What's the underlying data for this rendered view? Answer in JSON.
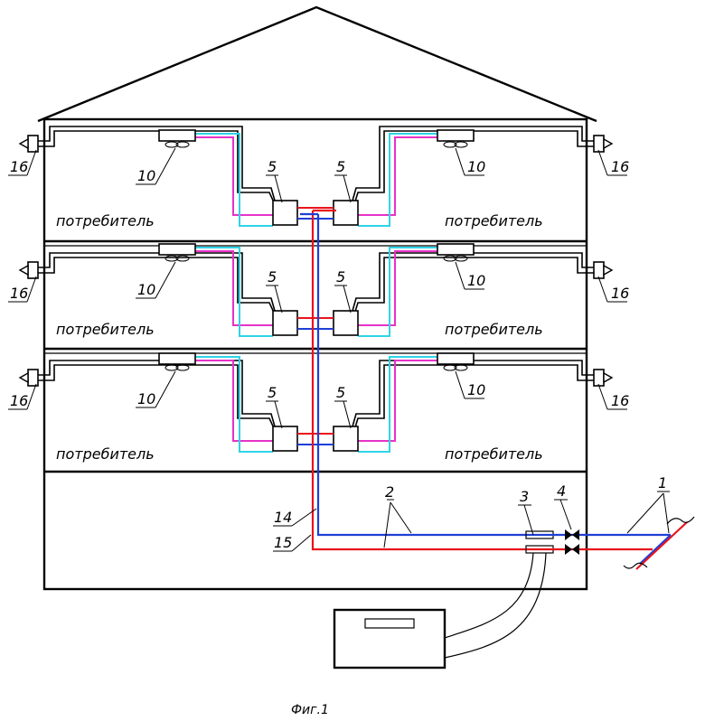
{
  "colors": {
    "supply": "#e8141c",
    "return": "#1f3fd6",
    "cyan_line": "#2fd4e6",
    "magenta_line": "#e633c8",
    "outline": "#000000"
  },
  "floor_labels": {
    "left": "потребитель",
    "right": "потребитель"
  },
  "callouts": {
    "heat_source": "1",
    "pipes": "2",
    "exchanger": "3",
    "valve": "4",
    "unit": "5",
    "indoor_unit": "10",
    "return_riser": "14",
    "supply_riser": "15",
    "outdoor_unit": "16"
  },
  "caption": "Фиг.1",
  "icons": [
    "fan-icon",
    "valve-icon",
    "outdoor-unit-icon",
    "break-line-icon"
  ]
}
